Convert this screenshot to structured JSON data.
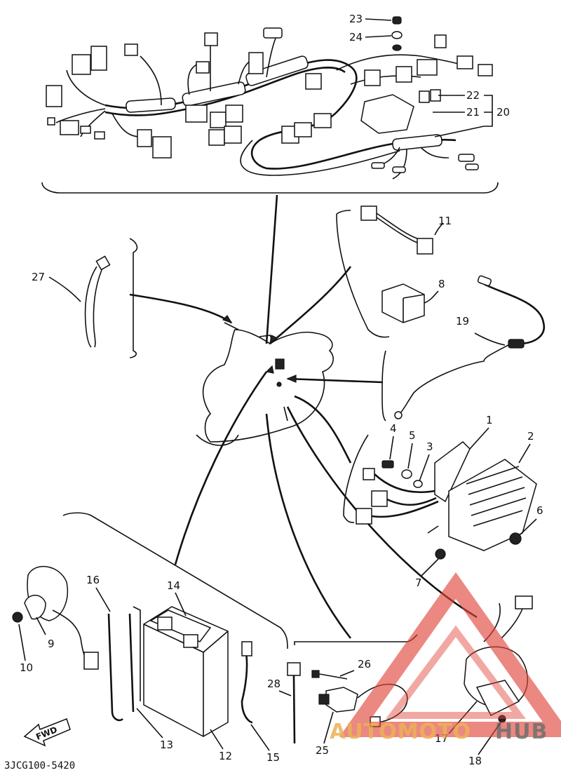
{
  "diagram": {
    "catalog_code": "3JCG100-5420",
    "fwd_label": "FWD",
    "callouts": [
      {
        "id": "c1",
        "text": "1"
      },
      {
        "id": "c2",
        "text": "2"
      },
      {
        "id": "c3",
        "text": "3"
      },
      {
        "id": "c4",
        "text": "4"
      },
      {
        "id": "c5",
        "text": "5"
      },
      {
        "id": "c6",
        "text": "6"
      },
      {
        "id": "c7",
        "text": "7"
      },
      {
        "id": "c8",
        "text": "8"
      },
      {
        "id": "c9",
        "text": "9"
      },
      {
        "id": "c10",
        "text": "10"
      },
      {
        "id": "c11",
        "text": "11"
      },
      {
        "id": "c12",
        "text": "12"
      },
      {
        "id": "c13",
        "text": "13"
      },
      {
        "id": "c14",
        "text": "14"
      },
      {
        "id": "c15",
        "text": "15"
      },
      {
        "id": "c16",
        "text": "16"
      },
      {
        "id": "c17",
        "text": "17"
      },
      {
        "id": "c18",
        "text": "18"
      },
      {
        "id": "c19",
        "text": "19"
      },
      {
        "id": "c20",
        "text": "20"
      },
      {
        "id": "c21",
        "text": "21"
      },
      {
        "id": "c22",
        "text": "22"
      },
      {
        "id": "c23",
        "text": "23"
      },
      {
        "id": "c24",
        "text": "24"
      },
      {
        "id": "c25",
        "text": "25"
      },
      {
        "id": "c26",
        "text": "26"
      },
      {
        "id": "c27",
        "text": "27"
      },
      {
        "id": "c28",
        "text": "28"
      }
    ]
  },
  "watermark": {
    "brand_part1": "AUTOMOTO",
    "brand_part2": "HUB",
    "color_primary": "#e0453a",
    "color_secondary": "#555555"
  }
}
